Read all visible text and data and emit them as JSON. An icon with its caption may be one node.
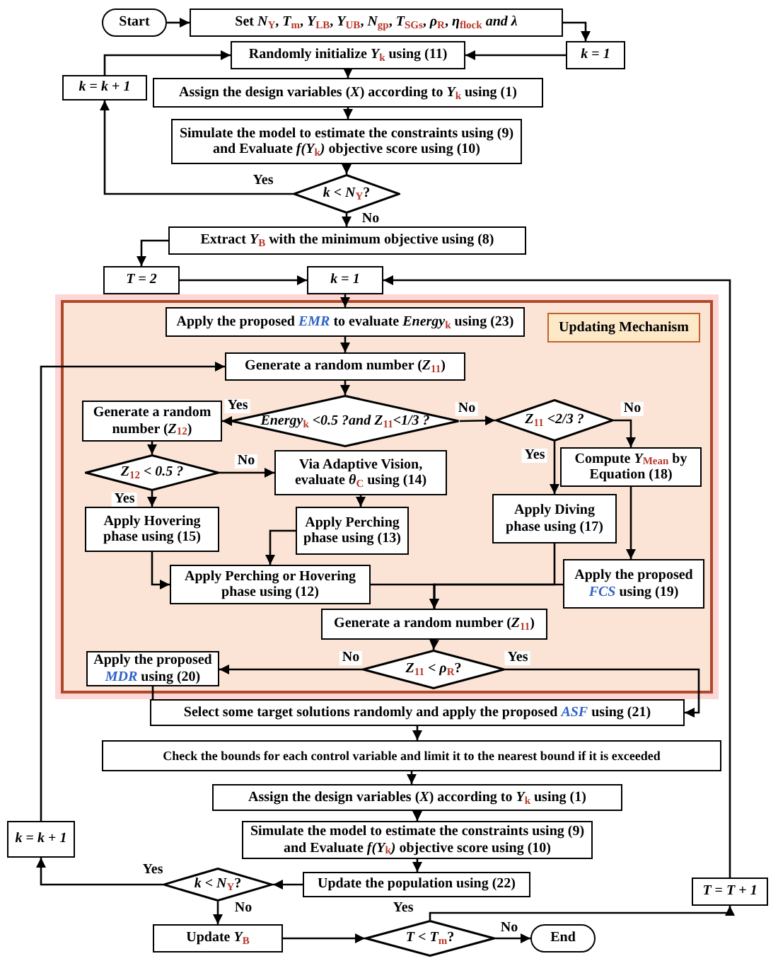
{
  "diagram": {
    "nodes": [
      {
        "text": [
          "Start"
        ]
      },
      {
        "text": [
          "Set *N*$_{Y}$, *T*$_{m}$, *Y*$_{LB}$, *Y*$_{UB}$, *N*$_{gp}$, *T*$_{SGs}$, *ρ*$_{R}$, *η*$_{flock}$ *and λ*"
        ]
      },
      {
        "text": [
          "*k* = *1*"
        ]
      },
      {
        "text": [
          "Randomly initialize *Y*$_{k}$ using (11)"
        ]
      },
      {
        "text": [
          "*k* = *k* + *1*"
        ]
      },
      {
        "text": [
          "Assign the design variables (*X*) according to *Y*$_{k}$ using (1)"
        ]
      },
      {
        "text": [
          "Simulate the model to estimate the constraints using (9) and Evaluate *f(Y*$_{k}$*)* objective score using (10)"
        ]
      },
      {
        "text": [
          "*k* < *N*$_{Y}$?"
        ]
      },
      {
        "text": [
          "Extract *Y*$_{B}$ with the minimum objective using (8)"
        ]
      },
      {
        "text": [
          "*T* = *2*"
        ]
      },
      {
        "text": [
          "*k* = *1*"
        ]
      },
      {
        "text": [
          "Updating Mechanism"
        ]
      },
      {
        "text": [
          "Apply the proposed **EMR** to evaluate *Energy*$_{k}$ using (23)"
        ],
        "in": 11
      },
      {
        "text": [
          "Generate a random number (*Z*$_{11}$)"
        ],
        "in": 11
      },
      {
        "text": [
          "Generate a random number (*Z*$_{12}$)"
        ],
        "in": 11
      },
      {
        "text": [
          "*Energy*$_{k}$ *<0.5 ?and Z*$_{11}$*<1/3 ?*"
        ],
        "in": 11
      },
      {
        "text": [
          "*Z*$_{11}$ *<2/3 ?*"
        ],
        "in": 11
      },
      {
        "text": [
          "Compute *Y*$_{Mean}$ by Equation (18)"
        ],
        "in": 11
      },
      {
        "text": [
          "*Z*$_{12}$ *< 0.5 ?*"
        ],
        "in": 11
      },
      {
        "text": [
          "Via Adaptive Vision, evaluate *θ*$_{C}$ using (14)"
        ],
        "in": 11
      },
      {
        "text": [
          "Apply Hovering phase using (15)"
        ],
        "in": 11
      },
      {
        "text": [
          "Apply Perching phase using (13)"
        ],
        "in": 11
      },
      {
        "text": [
          "Apply Diving phase using (17)"
        ],
        "in": 11
      },
      {
        "text": [
          "Apply Perching or Hovering phase using (12)"
        ],
        "in": 11
      },
      {
        "text": [
          "Apply the proposed **FCS** using (19)"
        ],
        "in": 11
      },
      {
        "text": [
          "Generate a random number (*Z*$_{11}$)"
        ],
        "in": 11
      },
      {
        "text": [
          "Apply the proposed **MDR** using (20)"
        ],
        "in": 11
      },
      {
        "text": [
          "*Z*$_{11}$ *< ρ*$_{R}$?"
        ],
        "in": 11
      },
      {
        "text": [
          "Select some target solutions randomly and apply the proposed **ASF** using (21)"
        ]
      },
      {
        "text": [
          "Check the bounds for each control variable and limit it to the nearest bound if it is exceeded"
        ]
      },
      {
        "text": [
          "Assign the design variables (*X*) according to *Y*$_{k}$ using (1)"
        ]
      },
      {
        "text": [
          "*k* = *k* + *1*"
        ]
      },
      {
        "text": [
          "Simulate the model to estimate the constraints using (9) and Evaluate *f(Y*$_{k}$*)* objective score using (10)"
        ]
      },
      {
        "text": [
          "*k* < *N*$_{Y}$?"
        ]
      },
      {
        "text": [
          "Update the population using (22)"
        ]
      },
      {
        "text": [
          "*T* = *T* + *1*"
        ]
      },
      {
        "text": [
          "Update *Y*$_{B}$"
        ]
      },
      {
        "text": [
          "*T* < *T*$_{m}$?"
        ]
      },
      {
        "text": [
          "End"
        ]
      }
    ],
    "edges": [
      {
        "from": 0,
        "to": 1,
        "arrow": "to"
      },
      {
        "from": 1,
        "to": 2,
        "arrow": "to"
      },
      {
        "from": 2,
        "to": 3,
        "arrow": "to"
      },
      {
        "from": 3,
        "to": 5,
        "arrow": "to"
      },
      {
        "from": 5,
        "to": 6,
        "arrow": "to"
      },
      {
        "from": 6,
        "to": 7,
        "arrow": "to"
      },
      {
        "from": 7,
        "to": 4,
        "arrow": "to",
        "label": "Yes"
      },
      {
        "from": 4,
        "to": 3,
        "arrow": "to"
      },
      {
        "from": 7,
        "to": 8,
        "arrow": "to",
        "label": "No"
      },
      {
        "from": 8,
        "to": 9,
        "arrow": "to"
      },
      {
        "from": 9,
        "to": 10,
        "arrow": "to"
      },
      {
        "from": 10,
        "to": 12,
        "arrow": "to"
      },
      {
        "from": 12,
        "to": 13,
        "arrow": "to"
      },
      {
        "from": 13,
        "to": 15,
        "arrow": "to"
      },
      {
        "from": 15,
        "to": 14,
        "arrow": "to",
        "label": "Yes"
      },
      {
        "from": 15,
        "to": 16,
        "arrow": "to",
        "label": "No"
      },
      {
        "from": 16,
        "to": 17,
        "arrow": "to",
        "label": "No"
      },
      {
        "from": 16,
        "to": 22,
        "arrow": "to",
        "label": "Yes"
      },
      {
        "from": 14,
        "to": 18,
        "arrow": "to"
      },
      {
        "from": 18,
        "to": 19,
        "arrow": "to",
        "label": "No"
      },
      {
        "from": 18,
        "to": 20,
        "arrow": "to",
        "label": "Yes"
      },
      {
        "from": 19,
        "to": 21,
        "arrow": "to"
      },
      {
        "from": 21,
        "to": 23,
        "arrow": "to"
      },
      {
        "from": 20,
        "to": 23,
        "arrow": "to"
      },
      {
        "from": 17,
        "to": 24,
        "arrow": "to"
      },
      {
        "from": 23,
        "to": 25,
        "arrow": "to"
      },
      {
        "from": 22,
        "to": 25,
        "arrow": "to"
      },
      {
        "from": 24,
        "to": 25,
        "arrow": "to"
      },
      {
        "from": 25,
        "to": 27,
        "arrow": "to"
      },
      {
        "from": 27,
        "to": 26,
        "arrow": "to",
        "label": "No"
      },
      {
        "from": 27,
        "to": 28,
        "arrow": "to",
        "label": "Yes"
      },
      {
        "from": 26,
        "to": 28,
        "arrow": "to"
      },
      {
        "from": 28,
        "to": 29,
        "arrow": "to"
      },
      {
        "from": 29,
        "to": 30,
        "arrow": "to"
      },
      {
        "from": 30,
        "to": 32,
        "arrow": "to"
      },
      {
        "from": 32,
        "to": 34,
        "arrow": "to"
      },
      {
        "from": 34,
        "to": 33,
        "arrow": "to"
      },
      {
        "from": 33,
        "to": 31,
        "arrow": "to",
        "label": "Yes"
      },
      {
        "from": 31,
        "to": 13,
        "arrow": "to"
      },
      {
        "from": 33,
        "to": 36,
        "arrow": "to",
        "label": "No"
      },
      {
        "from": 36,
        "to": 37,
        "arrow": "to"
      },
      {
        "from": 37,
        "to": 38,
        "arrow": "to",
        "label": "No"
      },
      {
        "from": 37,
        "to": 35,
        "arrow": "to",
        "label": "Yes"
      },
      {
        "from": 35,
        "to": 10,
        "arrow": "to"
      }
    ]
  }
}
